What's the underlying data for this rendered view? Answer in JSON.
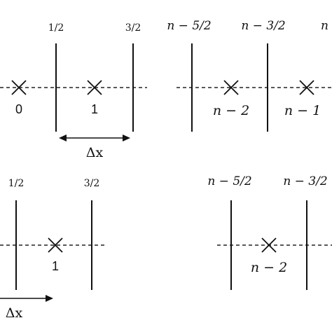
{
  "top": {
    "cell_labels": [
      "0",
      "1",
      "n − 2",
      "n − 1"
    ],
    "face_labels": [
      "1/2",
      "3/2",
      "n − 5/2",
      "n − 3/2",
      "n"
    ],
    "dx_label": "Δx"
  },
  "bottom": {
    "cell_labels": [
      "1",
      "n − 2"
    ],
    "face_labels": [
      "1/2",
      "3/2",
      "n − 5/2",
      "n − 3/2"
    ],
    "dx_label": "Δx"
  }
}
